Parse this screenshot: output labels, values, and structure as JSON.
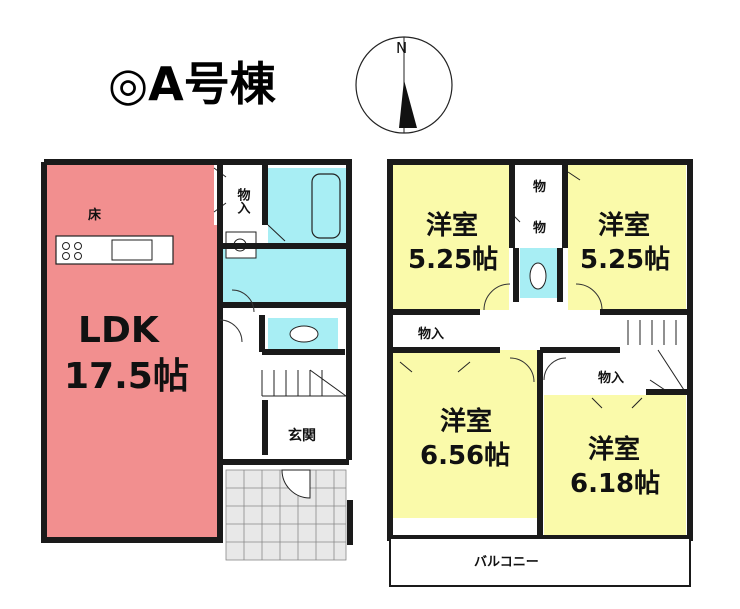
{
  "title": "◎A号棟",
  "compass": {
    "north_label": "N"
  },
  "floor1": {
    "ldk": {
      "name": "LDK",
      "size": "17.5帖"
    },
    "floor_label": "床",
    "storage": "物入",
    "entrance": "玄関"
  },
  "floor2": {
    "room_nw": {
      "name": "洋室",
      "size": "5.25帖"
    },
    "room_ne": {
      "name": "洋室",
      "size": "5.25帖"
    },
    "room_sw": {
      "name": "洋室",
      "size": "6.56帖"
    },
    "room_se": {
      "name": "洋室",
      "size": "6.18帖"
    },
    "storage_small_1": "物",
    "storage_small_2": "物",
    "storage_left": "物入",
    "storage_right": "物入",
    "balcony": "バルコニー"
  },
  "colors": {
    "ldk": "#f28f8f",
    "western_room": "#fafaaa",
    "wet_area": "#a8eef4",
    "wall": "#1a1a1a"
  }
}
